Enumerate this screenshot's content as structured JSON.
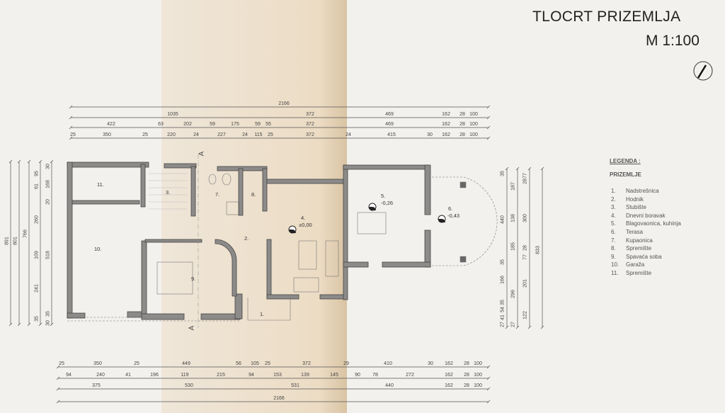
{
  "title": "TLOCRT PRIZEMLJA",
  "scale": "M 1:100",
  "section_marker": "A",
  "legend": {
    "heading": "LEGENDA :",
    "floor": "PRIZEMLJE",
    "items": [
      {
        "num": "1.",
        "name": "Nadstrešnica"
      },
      {
        "num": "2.",
        "name": "Hodnik"
      },
      {
        "num": "3.",
        "name": "Stubište"
      },
      {
        "num": "4.",
        "name": "Dnevni boravak"
      },
      {
        "num": "5.",
        "name": "Blagovaonica, kuhinja"
      },
      {
        "num": "6.",
        "name": "Terasa"
      },
      {
        "num": "7.",
        "name": "Kupaonica"
      },
      {
        "num": "8.",
        "name": "Spremište"
      },
      {
        "num": "9.",
        "name": "Spavaća soba"
      },
      {
        "num": "10.",
        "name": "Garaža"
      },
      {
        "num": "11.",
        "name": "Spremište"
      }
    ]
  },
  "rooms": {
    "r1": "1.",
    "r2": "2.",
    "r3": "3.",
    "r4": "4.",
    "r4_level": "±0,00",
    "r5": "5.",
    "r5_level": "-0,26",
    "r6": "6.",
    "r6_level": "-0,43",
    "r7": "7.",
    "r8": "8.",
    "r9": "9.",
    "r10": "10.",
    "r11": "11."
  },
  "dims": {
    "top": [
      [
        "2166"
      ],
      [
        "1035",
        "372",
        "469",
        "162",
        "28",
        "100"
      ],
      [
        "422",
        "63",
        "202",
        "59",
        "175",
        "59",
        "55",
        "372",
        "469",
        "162",
        "28",
        "100"
      ],
      [
        "25",
        "350",
        "25",
        "220",
        "24",
        "227",
        "24",
        "115",
        "25",
        "372",
        "24",
        "415",
        "30",
        "162",
        "28",
        "100"
      ]
    ],
    "bottom": [
      [
        "25",
        "350",
        "25",
        "449",
        "56",
        "105",
        "25",
        "372",
        "29",
        "410",
        "30",
        "162",
        "28",
        "100"
      ],
      [
        "94",
        "240",
        "41",
        "196",
        "119",
        "215",
        "94",
        "153",
        "139",
        "145",
        "90",
        "78",
        "272",
        "162",
        "28",
        "100"
      ],
      [
        "375",
        "530",
        "531",
        "440",
        "162",
        "28",
        "100"
      ],
      [
        "2166"
      ]
    ],
    "left": [
      [
        "891"
      ],
      [
        "801"
      ],
      [
        "766"
      ],
      [
        "95",
        "61",
        "260",
        "109",
        "241",
        "35"
      ],
      [
        "30",
        "168",
        "20",
        "518",
        "35",
        "30"
      ]
    ],
    "right": [
      [
        "35",
        "440",
        "35",
        "166",
        "35",
        "54",
        "41",
        "27"
      ],
      [
        "187",
        "138",
        "185",
        "296",
        "27"
      ],
      [
        "77",
        "28",
        "300",
        "28",
        "77",
        "201",
        "122"
      ],
      [
        "833"
      ]
    ]
  },
  "colors": {
    "paper": "#f3f1ee",
    "fold": "#ecdcc4",
    "wall": "#8c8b89"
  }
}
